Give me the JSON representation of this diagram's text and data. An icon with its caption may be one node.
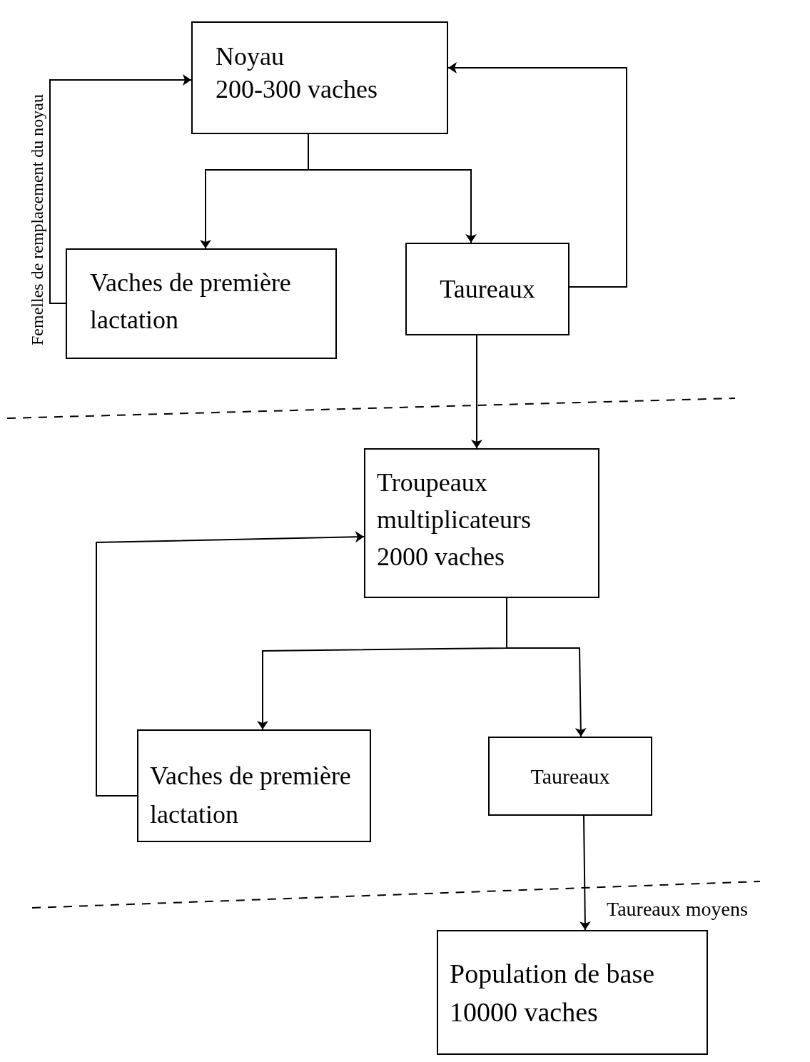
{
  "diagram": {
    "nodes": [
      {
        "text": [
          "Noyau",
          "200-300 vaches"
        ]
      },
      {
        "text": [
          "Vaches de première lactation"
        ]
      },
      {
        "text": [
          "Taureaux"
        ]
      },
      {
        "text": [
          "Troupeaux multiplicateurs",
          "2000 vaches"
        ]
      },
      {
        "text": [
          "Vaches de première lactation"
        ]
      },
      {
        "text": [
          "Taureaux"
        ]
      },
      {
        "text": [
          "Population de base",
          "10000 vaches"
        ]
      }
    ],
    "edges": [
      {
        "from": 0,
        "to": 1,
        "arrow": "to"
      },
      {
        "from": 0,
        "to": 2,
        "arrow": "to"
      },
      {
        "from": 1,
        "to": 0,
        "arrow": "to",
        "label": "Femelles de remplacement du noyau"
      },
      {
        "from": 2,
        "to": 0,
        "arrow": "to"
      },
      {
        "from": 2,
        "to": 3,
        "arrow": "to"
      },
      {
        "from": 3,
        "to": 4,
        "arrow": "to"
      },
      {
        "from": 3,
        "to": 5,
        "arrow": "to"
      },
      {
        "from": 4,
        "to": 3,
        "arrow": "to"
      },
      {
        "from": 5,
        "to": 6,
        "arrow": "to",
        "label": "Taureaux moyens"
      }
    ]
  }
}
